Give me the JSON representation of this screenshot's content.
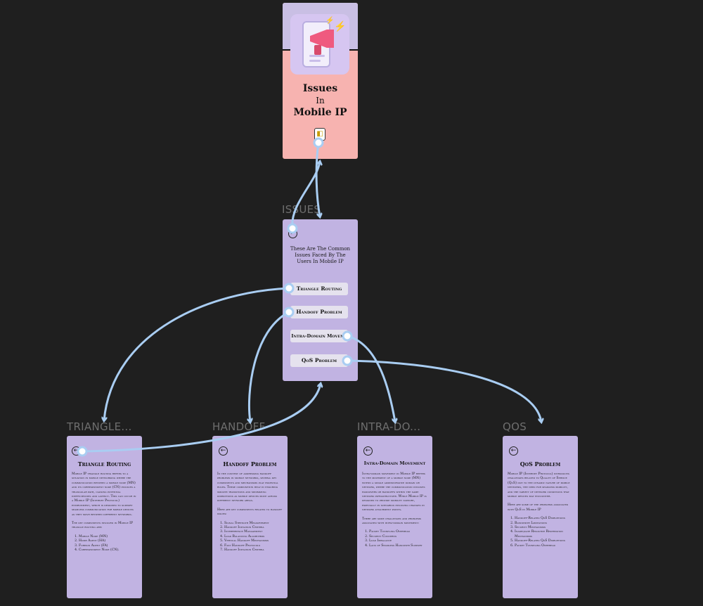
{
  "cover": {
    "title_line1": "Issues",
    "title_line2": "In",
    "title_line3": "Mobile IP"
  },
  "issues": {
    "label": "ISSUES",
    "intro": "These Are The Common Issues Faced By The Users In Mobile IP",
    "items": [
      "Triangle Routing",
      "Handoff Problem",
      "Intra-Domain Moveme",
      "QoS Problem"
    ]
  },
  "triangle": {
    "label": "TRIANGLE...",
    "title": "Triangle Routing",
    "para1": "Mobile IP triangle routing refers to a situation in mobile networking where the communication between a mobile node (MN) and its correspondent node (CN) involves a triangular path, causing potential inefficiencies and latency. This can occur in a Mobile IP (Internet Protocol) environment, which is designed to support seamless communication for mobile devices as they move between different networks.",
    "para2": "The key components involved in Mobile IP triangle routing are:",
    "list": [
      "Mobile Node (MN)",
      "Home Agent (HA)",
      "Foreign Agent (FA)",
      "Correspondent Node (CN)."
    ]
  },
  "handoff": {
    "label": "HANDOFF",
    "title": "Handoff Problem",
    "para1": "In the context of addressing handoff problems in mobile networks, several key components and mechanisms play essential roles. These components help in ensuring smooth transitions and minimizing disruptions as mobile devices move across different network areas.",
    "para2": "Here are key components related to handoff issues:",
    "list": [
      "Signal Strength Measurement",
      "Handoff Initiation Criteria",
      "Interference Management",
      "Load Balancing Algorithms",
      "Vertical Handoff Mechanisms",
      "Fast Handoff Protocols",
      "Handoff Initiation Criteria"
    ]
  },
  "intra": {
    "label": "INTRA-DO...",
    "title": "Intra-Domain Movement",
    "para1": "Intra-domain movement in Mobile IP refers to the movement of a mobile node (MN) within a single administrative domain or network, where the communication involves handovers or handoffs within the same network infrastructure. While Mobile IP is designed to provide mobility support, especially in scenarios involving changes in network attachment points.",
    "para2": "There are some challenges and problems associated with intra-domain movement:",
    "list": [
      "Packet Tunneling Overhead",
      "Security Concerns",
      "Load Imbalance",
      "Lack of Seamless Handover Support"
    ]
  },
  "qos": {
    "label": "QOS",
    "title": "QoS Problem",
    "para1": "Mobile IP (Internet Protocol) introduces challenges related to Quality of Service (QoS) due to the dynamic nature of mobile networks, the need for seamless mobility, and the variety of network conditions that mobile devices may encounter.",
    "para2": "Here are some of the problems associated with QoS in Mobile IP",
    "list": [
      "Handoff-Related QoS Disruptions",
      "Bandwidth Limitations",
      "Security Mechanisms",
      "Inadequate Resource Reservation Mechanisms",
      "Handoff-Related QoS Disruptions",
      "Packet Tunneling Overhead"
    ]
  },
  "colors": {
    "wire": "#a9cdf2",
    "frame": "#c1b3e2",
    "cover": "#f7b3b0",
    "canvas": "#1f1f1f"
  }
}
